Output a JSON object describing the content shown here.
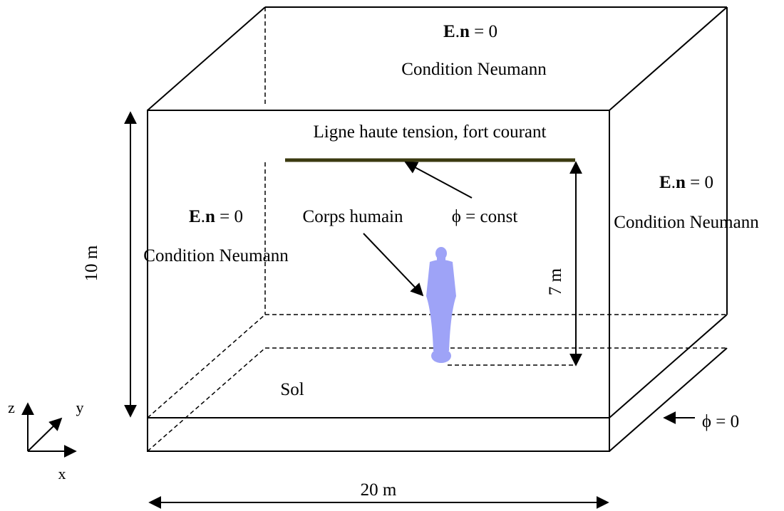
{
  "top_face": {
    "bc_vector": "E",
    "bc_dot": ".",
    "bc_normal": "n",
    "bc_rest": " = 0",
    "condition": "Condition Neumann"
  },
  "left_face": {
    "bc_vector": "E",
    "bc_dot": ".",
    "bc_normal": "n",
    "bc_rest": " = 0",
    "condition": "Condition Neumann"
  },
  "right_face": {
    "bc_vector": "E",
    "bc_dot": ".",
    "bc_normal": "n",
    "bc_rest": " = 0",
    "condition": "Condition Neumann"
  },
  "line": {
    "label": "Ligne haute tension, fort courant",
    "potential": "ϕ = const",
    "color": "#3b3a10"
  },
  "body": {
    "label": "Corps humain",
    "color": "#9ea3f7"
  },
  "ground": {
    "label": "Sol",
    "potential": "ϕ = 0"
  },
  "dimensions": {
    "height": "10 m",
    "width": "20 m",
    "line_height": "7 m"
  },
  "axes": {
    "z": "z",
    "y": "y",
    "x": "x"
  }
}
